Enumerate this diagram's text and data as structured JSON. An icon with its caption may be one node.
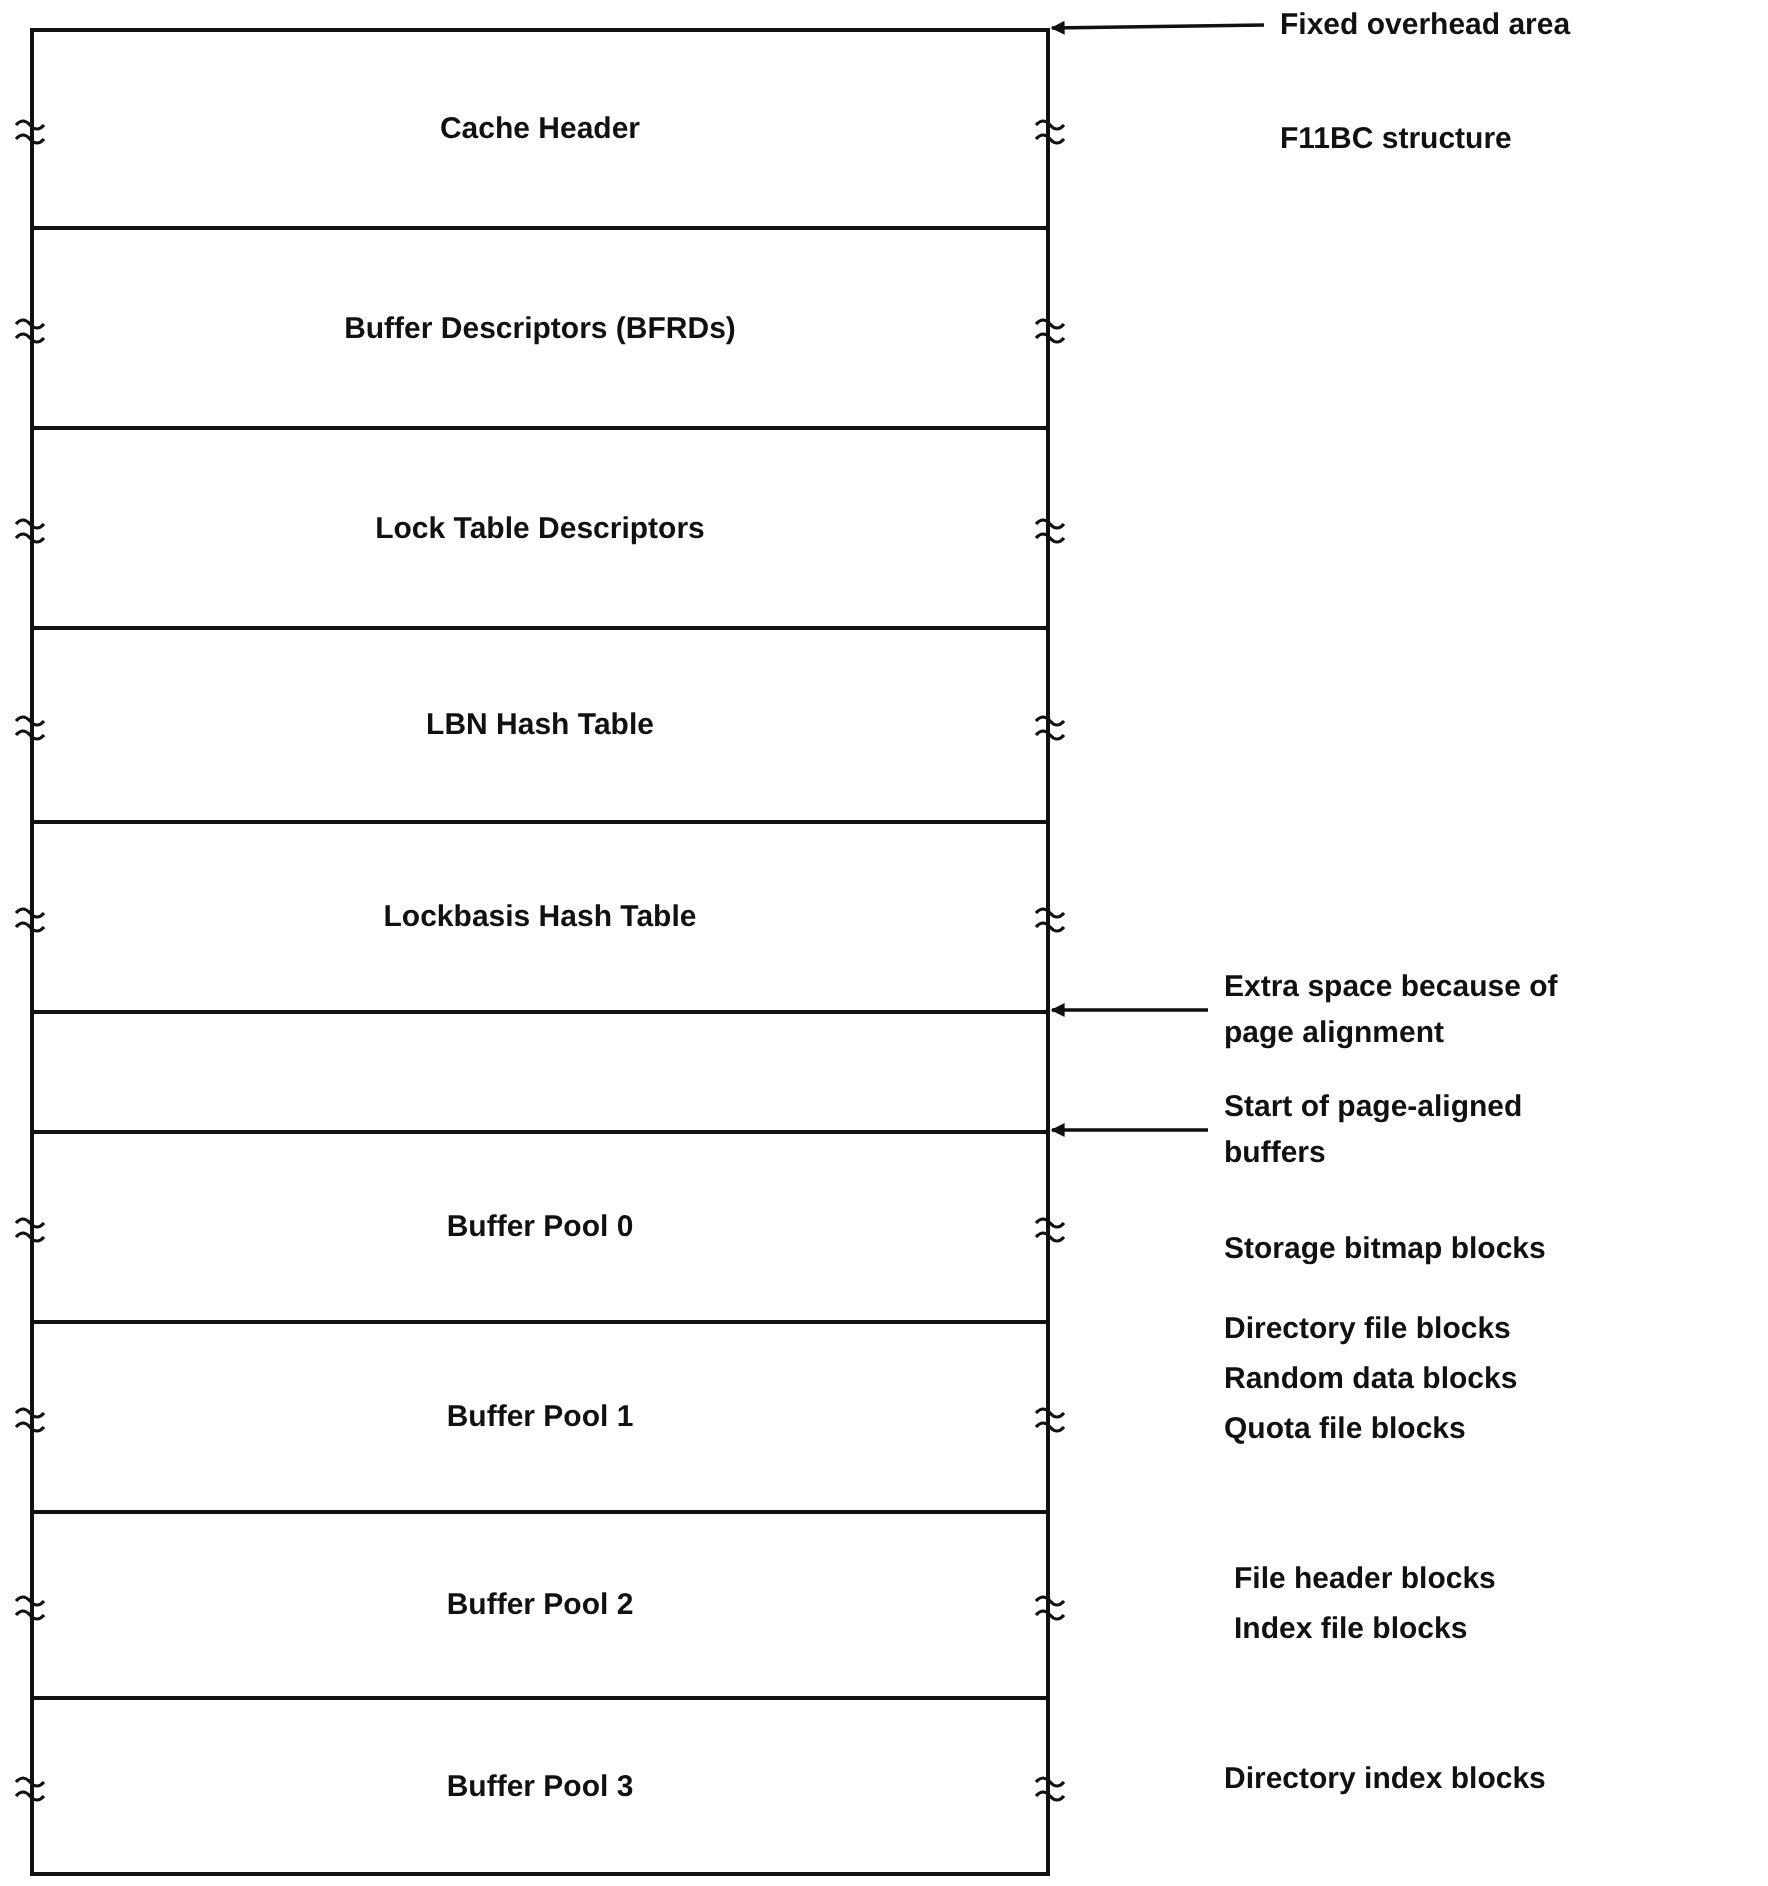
{
  "diagram": {
    "nodes": [
      {
        "text": [
          "Cache Header"
        ]
      },
      {
        "text": [
          "Buffer Descriptors (BFRDs)"
        ]
      },
      {
        "text": [
          "Lock Table Descriptors"
        ]
      },
      {
        "text": [
          "LBN Hash Table"
        ]
      },
      {
        "text": [
          "Lockbasis Hash Table"
        ]
      },
      {
        "text": [],
        "shape": "box"
      },
      {
        "text": [
          "Buffer Pool 0"
        ]
      },
      {
        "text": [
          "Buffer Pool 1"
        ]
      },
      {
        "text": [
          "Buffer Pool 2"
        ]
      },
      {
        "text": [
          "Buffer Pool 3"
        ]
      },
      {
        "text": [
          "Fixed overhead area"
        ]
      },
      {
        "text": [
          "Extra space because of page alignment"
        ]
      },
      {
        "text": [
          "Start of page-aligned buffers"
        ]
      }
    ],
    "edges": [
      {
        "from": 10,
        "to": 0,
        "arrow": "to"
      },
      {
        "from": 11,
        "to": 5,
        "arrow": "to"
      },
      {
        "from": 12,
        "to": 6,
        "arrow": "to"
      }
    ],
    "labels": [
      "F11BC structure",
      "Storage bitmap blocks",
      "Directory file blocks",
      "Random data blocks",
      "Quota file blocks",
      "File header blocks",
      "Index file blocks",
      "Directory index blocks"
    ]
  }
}
